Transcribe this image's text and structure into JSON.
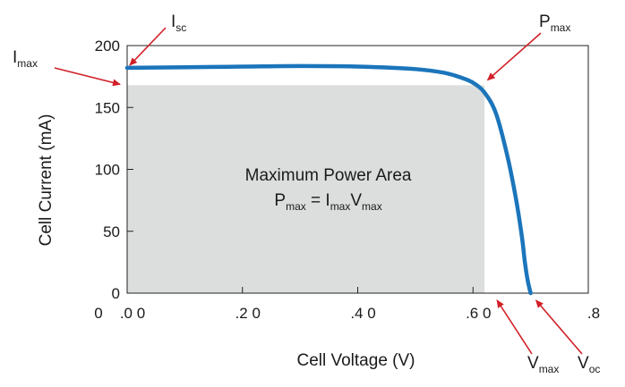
{
  "chart_data": {
    "type": "line",
    "title": "",
    "xlabel": "Cell Voltage (V)",
    "ylabel": "Cell Current (mA)",
    "xlim": [
      0,
      0.8
    ],
    "ylim": [
      0,
      200
    ],
    "x_ticks": [
      0.0,
      0.2,
      0.4,
      0.6,
      0.8
    ],
    "x_tick_labels": [
      ".0 0",
      ".2 0",
      ".4 0",
      ".6 0",
      ".8"
    ],
    "x_origin_label": "0",
    "y_ticks": [
      0,
      50,
      100,
      150,
      200
    ],
    "y_tick_labels": [
      "0",
      "50",
      "100",
      "150",
      "200"
    ],
    "grid": false,
    "series": [
      {
        "color": "#1b75bb",
        "x": [
          0.0,
          0.1,
          0.2,
          0.3,
          0.4,
          0.5,
          0.55,
          0.58,
          0.6,
          0.62,
          0.64,
          0.66,
          0.675,
          0.685,
          0.69,
          0.695,
          0.7
        ],
        "y": [
          182,
          182.5,
          183,
          183.5,
          183,
          181,
          178,
          174,
          170,
          162,
          145,
          110,
          75,
          45,
          25,
          10,
          0
        ]
      }
    ],
    "shaded_region": {
      "x": [
        0.0,
        0.62
      ],
      "y": [
        0,
        168
      ],
      "color": "#dcdedd",
      "label_line1": "Maximum Power Area",
      "label_line2": {
        "p": "P",
        "p_sub": "max",
        "eq": " = ",
        "i": "I",
        "i_sub": "max",
        "v": "V",
        "v_sub": "max"
      }
    },
    "annotations": [
      {
        "main": "I",
        "sub": "sc",
        "target": [
          0.0,
          182
        ]
      },
      {
        "main": "I",
        "sub": "max",
        "target": [
          0.0,
          168
        ]
      },
      {
        "main": "P",
        "sub": "max",
        "target": [
          0.63,
          170
        ]
      },
      {
        "main": "V",
        "sub": "max",
        "target": [
          0.62,
          0
        ]
      },
      {
        "main": "V",
        "sub": "oc",
        "target": [
          0.7,
          0
        ]
      }
    ],
    "arrow_color": "#d12027"
  }
}
